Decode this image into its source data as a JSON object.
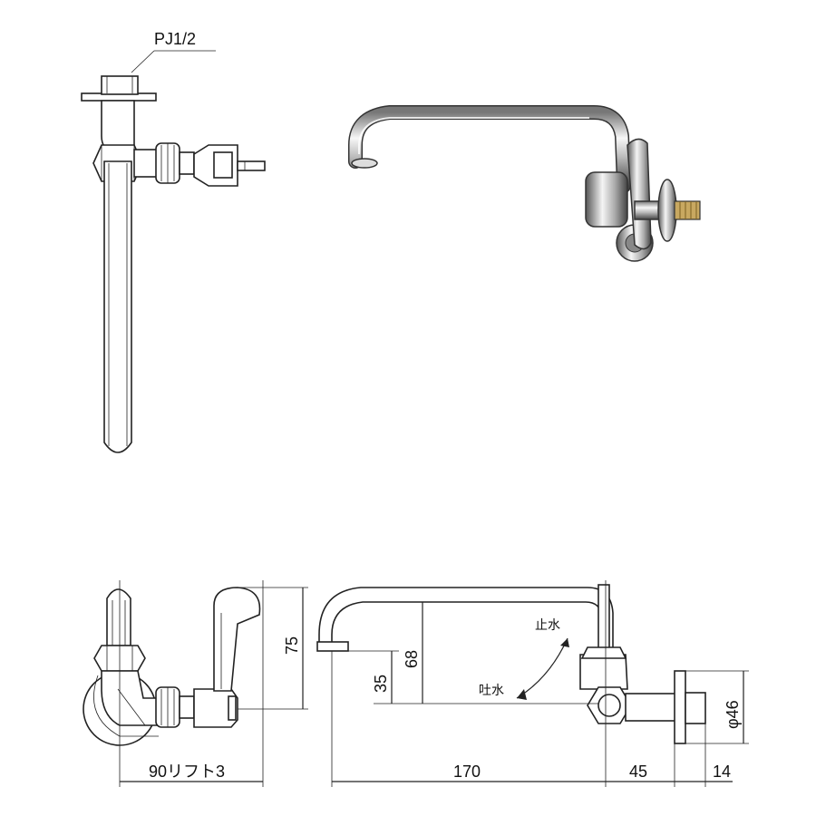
{
  "labels": {
    "thread": "PJ1/2",
    "width_lift": "90リフト3",
    "height_handle": "75",
    "height_spout": "68",
    "height_outlet": "35",
    "spout_length": "170",
    "body_depth": "45",
    "flange_thickness": "14",
    "flange_diameter": "φ46",
    "shut_water": "止水",
    "discharge_water": "吐水"
  },
  "colors": {
    "line": "#222222",
    "chrome_light": "#f2f2f2",
    "chrome_dark": "#5a5a5a"
  }
}
